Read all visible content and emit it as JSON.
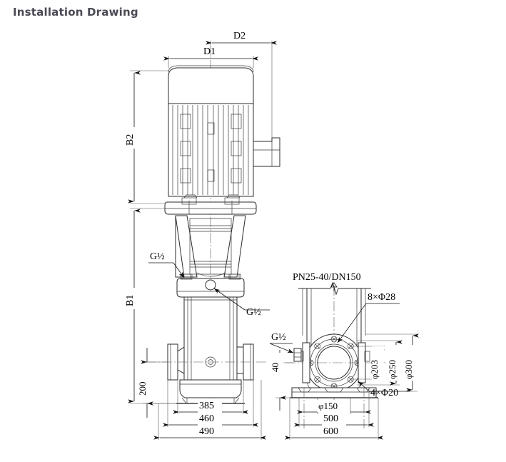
{
  "page": {
    "title": "Installation Drawing"
  },
  "drawing": {
    "type": "technical-cad-installation-drawing",
    "subject": "vertical multistage centrifugal pump",
    "views": [
      {
        "name": "front-elevation",
        "position": "left"
      },
      {
        "name": "flange-end-view",
        "position": "right"
      }
    ],
    "line_color": "#1a1a1a",
    "background": "#ffffff"
  },
  "front_view": {
    "dimensions": {
      "d1": "D1",
      "d2": "D2",
      "b2": "B2",
      "b1": "B1",
      "h200": "200",
      "w385": "385",
      "w460": "460",
      "w490": "490"
    },
    "callouts": {
      "vent_top": "G½",
      "drain_lower": "G½"
    }
  },
  "side_view": {
    "labels": {
      "flange_spec": "PN25-40/DN150",
      "bolt_holes_flange": "8×Φ28",
      "bolt_holes_base": "4×Φ20",
      "vent": "G½"
    },
    "dimensions": {
      "h40": "40",
      "d203": "φ203",
      "d250": "φ250",
      "d300": "φ300",
      "d150": "φ150",
      "w500": "500",
      "w600": "600"
    }
  }
}
